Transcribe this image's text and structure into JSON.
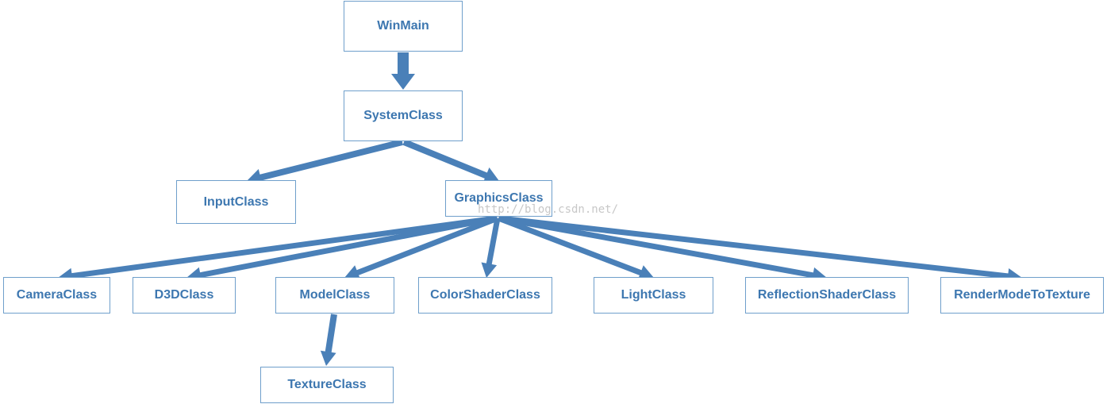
{
  "colors": {
    "node_border": "#6f9fcb",
    "node_text": "#3d77b0",
    "edge": "#4a80b8",
    "watermark": "#c8c8c8"
  },
  "nodes": {
    "winmain": "WinMain",
    "systemclass": "SystemClass",
    "inputclass": "InputClass",
    "graphicsclass": "GraphicsClass",
    "cameraclass": "CameraClass",
    "d3dclass": "D3DClass",
    "modelclass": "ModelClass",
    "colorshaderclass": "ColorShaderClass",
    "lightclass": "LightClass",
    "reflectionshaderclass": "ReflectionShaderClass",
    "rendermodetotexture": "RenderModeToTexture",
    "textureclass": "TextureClass"
  },
  "edges": [
    {
      "from": "winmain",
      "to": "systemclass"
    },
    {
      "from": "systemclass",
      "to": "inputclass"
    },
    {
      "from": "systemclass",
      "to": "graphicsclass"
    },
    {
      "from": "graphicsclass",
      "to": "cameraclass"
    },
    {
      "from": "graphicsclass",
      "to": "d3dclass"
    },
    {
      "from": "graphicsclass",
      "to": "modelclass"
    },
    {
      "from": "graphicsclass",
      "to": "colorshaderclass"
    },
    {
      "from": "graphicsclass",
      "to": "lightclass"
    },
    {
      "from": "graphicsclass",
      "to": "reflectionshaderclass"
    },
    {
      "from": "graphicsclass",
      "to": "rendermodetotexture"
    },
    {
      "from": "modelclass",
      "to": "textureclass"
    }
  ],
  "watermark": "http://blog.csdn.net/"
}
